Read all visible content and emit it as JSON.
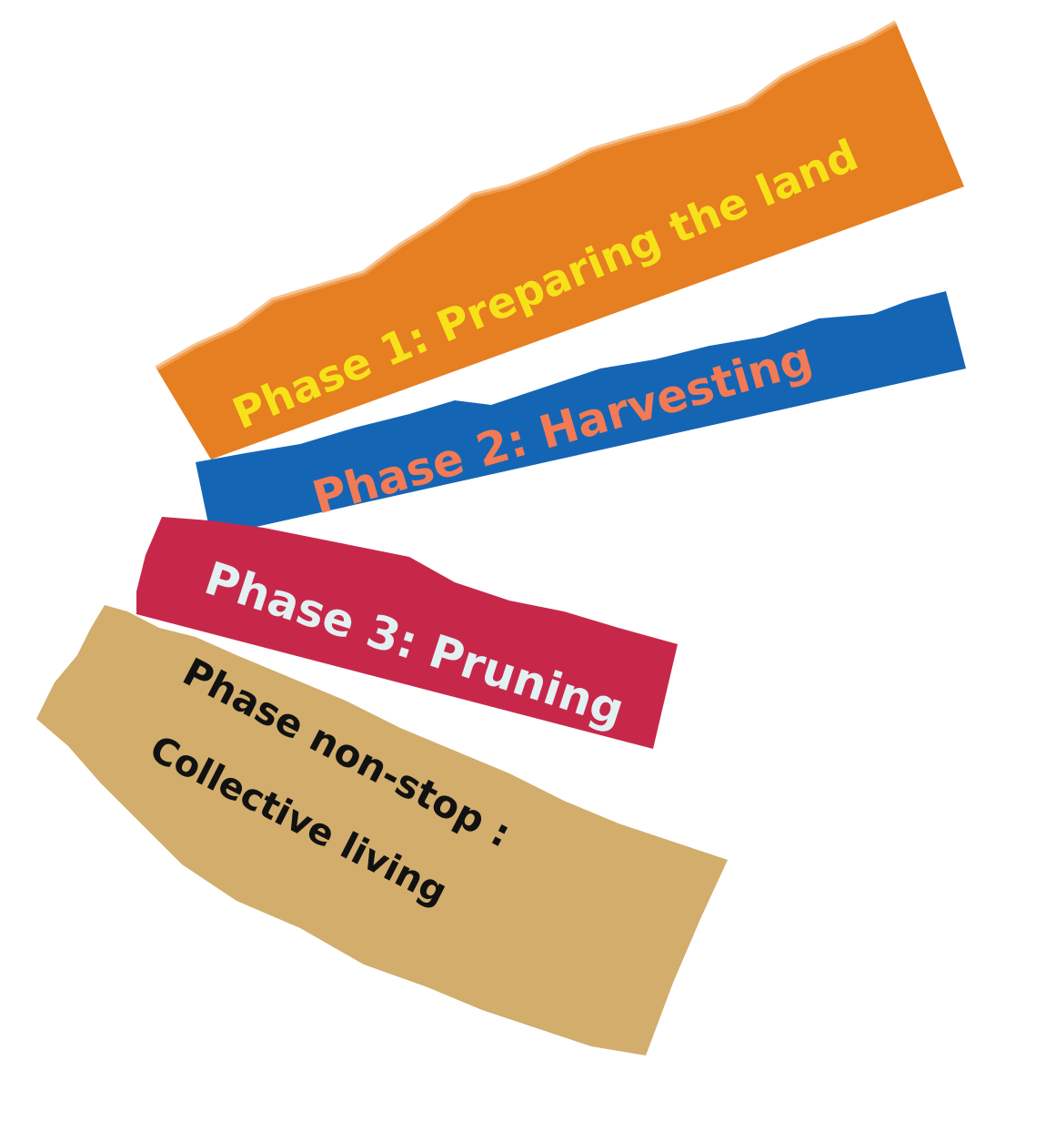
{
  "strips": [
    {
      "label": "Phase 1: Preparing the land",
      "paper_color": "#e67e22",
      "text_color": "#f7e21a"
    },
    {
      "label": "Phase 2: Harvesting",
      "paper_color": "#1565b5",
      "text_color": "#f27a55"
    },
    {
      "label": "Phase 3: Pruning",
      "paper_color": "#c7284a",
      "text_color": "#e3f0f2"
    },
    {
      "label_line1": "Phase non-stop :",
      "label_line2": "Collective living",
      "paper_color": "#d2ad6c",
      "text_color": "#111111"
    }
  ]
}
